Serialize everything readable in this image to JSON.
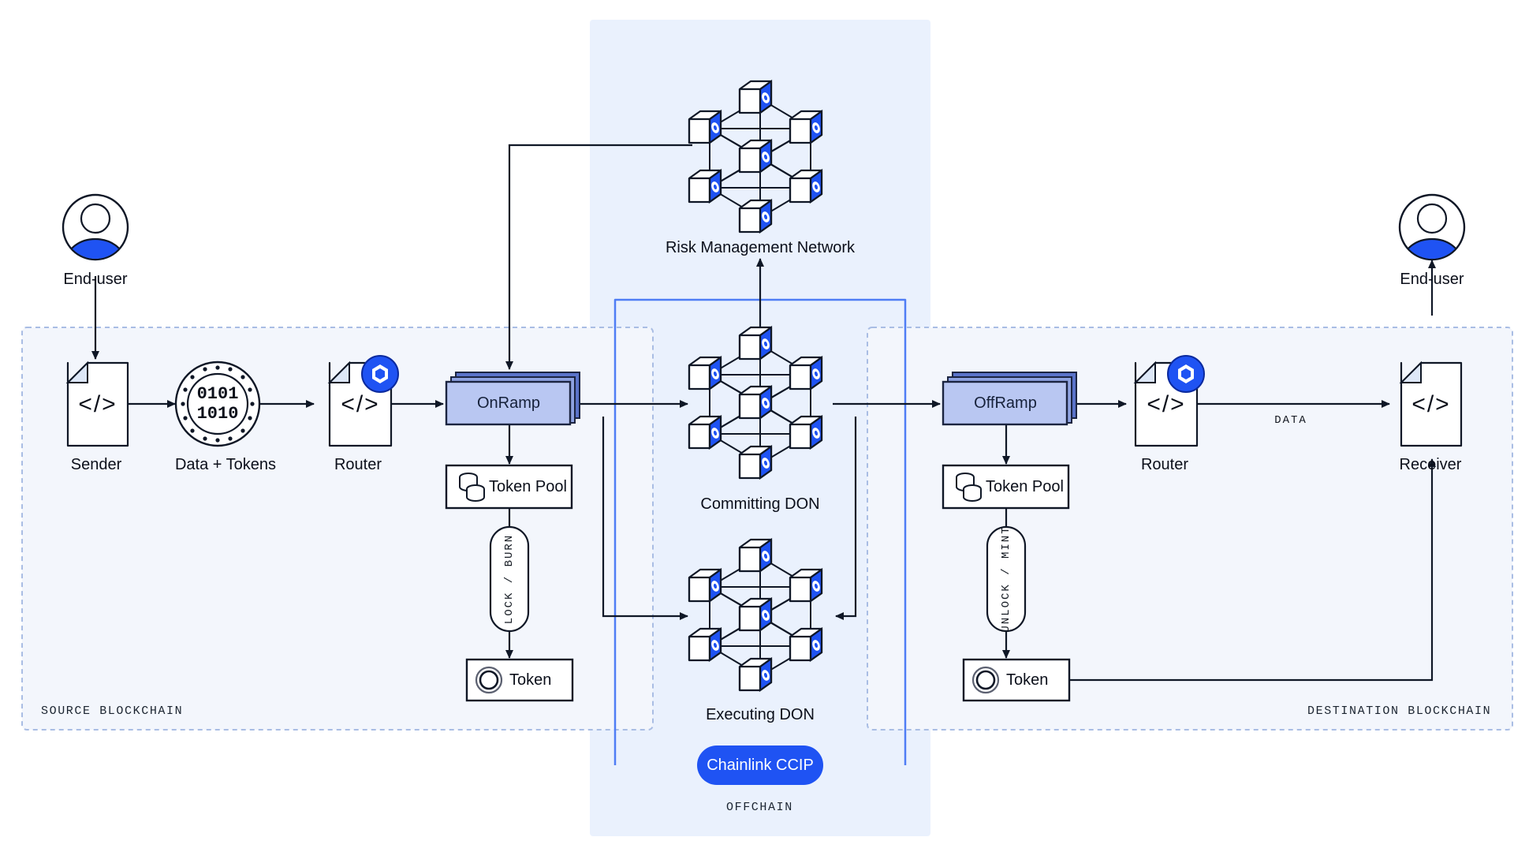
{
  "diagram": {
    "title": "Chainlink CCIP cross-chain token and data transfer architecture",
    "colors": {
      "chainlink_blue": "#1f53f3",
      "ramp_fill": "#b9c7f2",
      "ramp_stroke": "#1b2440",
      "ramp_shadow": "#4a63c4",
      "zone_fill": "#f3f6fc",
      "zone_stroke": "#a9bde4",
      "offchain_fill": "#eaf1fd",
      "stroke_dark": "#0f1726",
      "white": "#ffffff"
    }
  },
  "zones": {
    "source": {
      "caption": "SOURCE BLOCKCHAIN"
    },
    "destination": {
      "caption": "DESTINATION BLOCKCHAIN"
    },
    "offchain": {
      "caption": "OFFCHAIN"
    }
  },
  "actors": {
    "end_user_left": {
      "label": "End-user",
      "icon": "user-avatar-icon"
    },
    "end_user_right": {
      "label": "End-user",
      "icon": "user-avatar-icon"
    }
  },
  "source_chain": {
    "sender": {
      "label": "Sender",
      "glyph": "</>",
      "icon": "code-document-icon"
    },
    "payload": {
      "label": "Data + Tokens",
      "line1": "0101",
      "line2": "1010",
      "icon": "data-coin-icon"
    },
    "router": {
      "label": "Router",
      "glyph": "</>",
      "icon": "code-document-icon",
      "badge": "chainlink-hex-icon"
    },
    "onramp": {
      "label": "OnRamp",
      "icon": "stacked-contract-icon"
    },
    "token_pool": {
      "label": "Token Pool",
      "icon": "coins-stack-icon"
    },
    "token": {
      "label": "Token",
      "icon": "token-ring-icon"
    },
    "pool_to_token_label": "LOCK / BURN"
  },
  "destination_chain": {
    "offramp": {
      "label": "OffRamp",
      "icon": "stacked-contract-icon"
    },
    "token_pool": {
      "label": "Token Pool",
      "icon": "coins-stack-icon"
    },
    "token": {
      "label": "Token",
      "icon": "token-ring-icon"
    },
    "pool_to_token_label": "UNLOCK / MINT",
    "router": {
      "label": "Router",
      "glyph": "</>",
      "icon": "code-document-icon",
      "badge": "chainlink-hex-icon"
    },
    "receiver": {
      "label": "Receiver",
      "glyph": "</>",
      "icon": "code-document-icon"
    },
    "router_to_receiver_label": "DATA"
  },
  "offchain": {
    "risk_management_network": {
      "label": "Risk Management Network",
      "icon": "don-network-icon"
    },
    "committing_don": {
      "label": "Committing DON",
      "icon": "don-network-icon"
    },
    "executing_don": {
      "label": "Executing DON",
      "icon": "don-network-icon"
    },
    "ccip_badge": {
      "label": "Chainlink CCIP"
    }
  }
}
